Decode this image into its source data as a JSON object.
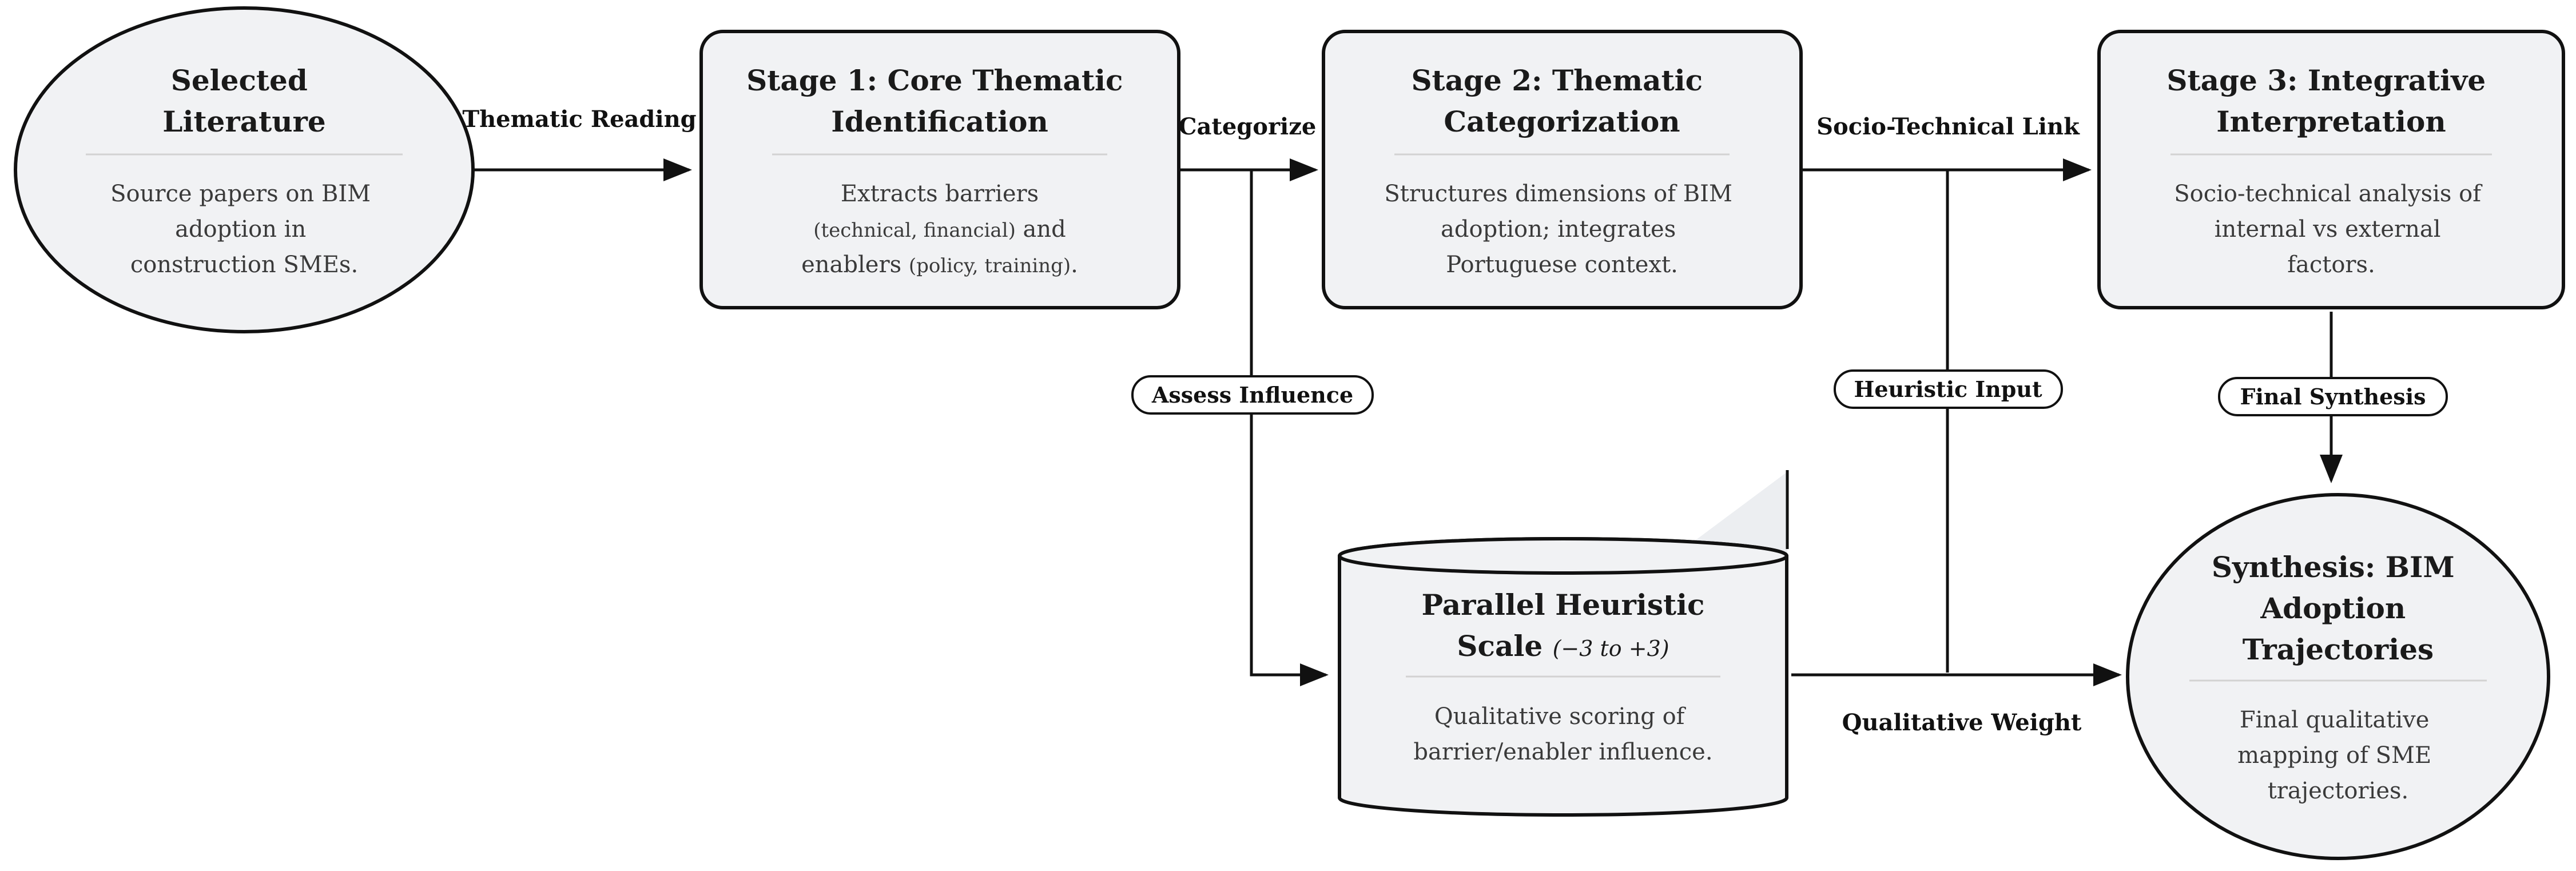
{
  "nodes": {
    "selected_literature": {
      "title": [
        "Selected",
        "Literature"
      ],
      "body": [
        "Source papers on BIM",
        "adoption in",
        "construction SMEs."
      ]
    },
    "stage1": {
      "title": [
        "Stage 1: Core Thematic",
        "Identification"
      ],
      "body_line1": "Extracts barriers",
      "body_line2_small": "(technical, financial)",
      "body_line2_rest": " and",
      "body_line3_start": "enablers ",
      "body_line3_small": "(policy, training)",
      "body_line3_end": "."
    },
    "stage2": {
      "title": [
        "Stage 2: Thematic",
        "Categorization"
      ],
      "body": [
        "Structures dimensions of BIM",
        "adoption; integrates",
        "Portuguese context."
      ]
    },
    "stage3": {
      "title": [
        "Stage 3: Integrative",
        "Interpretation"
      ],
      "body": [
        "Socio-technical analysis of",
        "internal vs external",
        "factors."
      ]
    },
    "heuristic_scale": {
      "title_line1": "Parallel Heuristic",
      "title_line2": "Scale",
      "range": "(−3 to +3)",
      "body": [
        "Qualitative scoring of",
        "barrier/enabler influence."
      ]
    },
    "synthesis": {
      "title": [
        "Synthesis: BIM",
        "Adoption",
        "Trajectories"
      ],
      "body": [
        "Final qualitative",
        "mapping of SME",
        "trajectories."
      ]
    }
  },
  "edges": {
    "thematic_reading": "Thematic Reading",
    "categorize": "Categorize",
    "socio_technical_link": "Socio-Technical Link",
    "assess_influence": "Assess Influence",
    "heuristic_input": "Heuristic Input",
    "final_synthesis": "Final Synthesis",
    "qualitative_weight": "Qualitative Weight"
  }
}
